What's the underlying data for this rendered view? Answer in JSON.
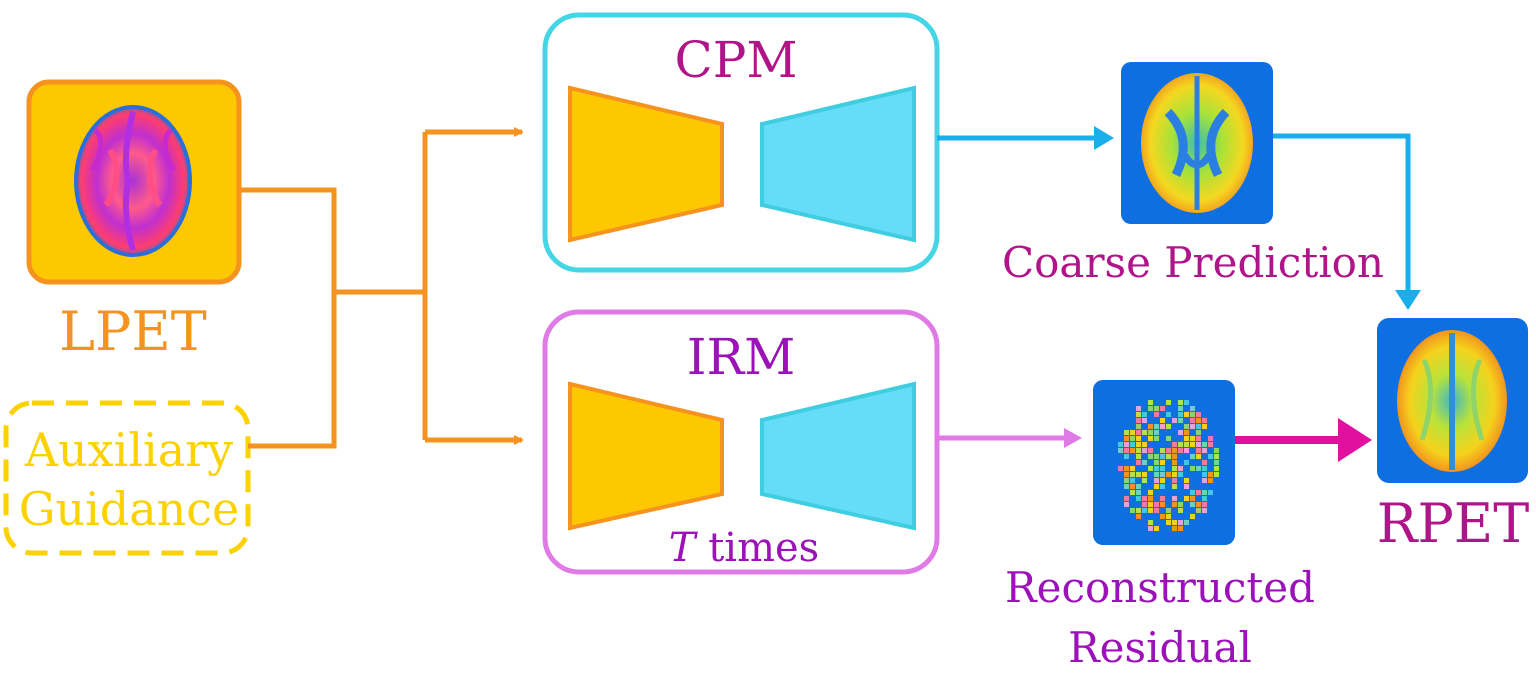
{
  "inputs": {
    "lpet": {
      "label": "LPET"
    },
    "auxiliary": {
      "line1": "Auxiliary",
      "line2": "Guidance"
    }
  },
  "modules": {
    "cpm": {
      "label": "CPM"
    },
    "irm": {
      "label": "IRM",
      "note_var": "T",
      "note_rest": " times"
    }
  },
  "outputs": {
    "coarse": {
      "label": "Coarse Prediction"
    },
    "residual": {
      "line1": "Reconstructed",
      "line2": "Residual"
    },
    "rpet": {
      "label": "RPET"
    }
  },
  "colors": {
    "orange": "#f5931e",
    "yellow": "#fbd200",
    "yellow_fill": "#fdc800",
    "cyan": "#45d6e6",
    "cyan_fill": "#65dcf8",
    "sky_arrow": "#1aaeea",
    "pink_box": "#e07ae6",
    "magenta": "#e0119e",
    "purple_text": "#9b12b8",
    "magenta_text": "#b01489",
    "brain_bg": "#0d6fe0"
  }
}
